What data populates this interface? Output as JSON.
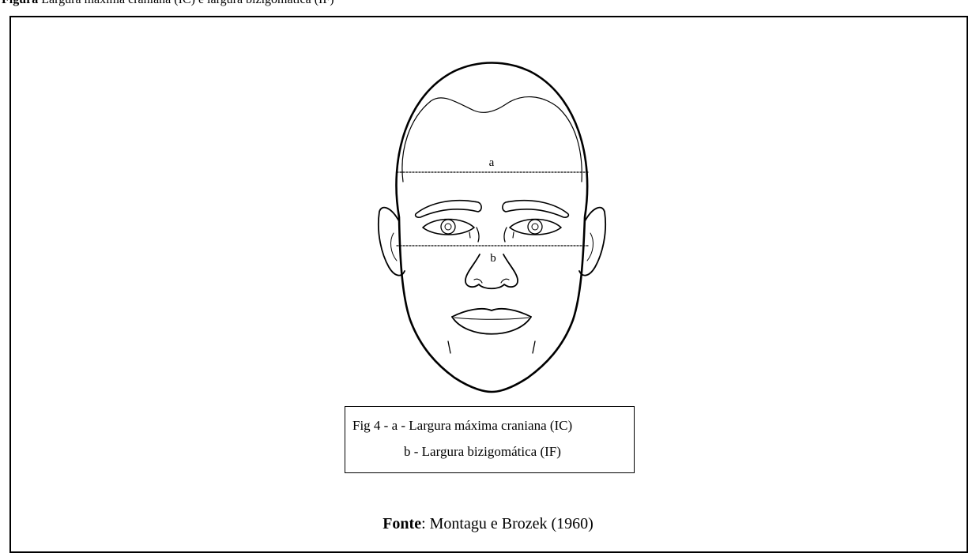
{
  "caption": {
    "prefix": "Figura",
    "text": "Largura máxima craniana (IC) e largura bizigomática (IF)"
  },
  "measurements": {
    "a": "a",
    "b": "b"
  },
  "legend": {
    "line1": "Fig 4 - a - Largura máxima craniana (IC)",
    "line2": "b - Largura bizigomática (IF)"
  },
  "source": {
    "label": "Fonte",
    "text": ": Montagu e Brozek (1960)"
  }
}
